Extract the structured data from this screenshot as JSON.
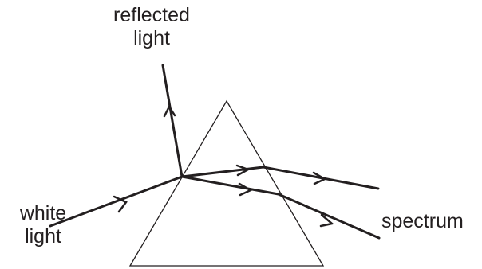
{
  "labels": {
    "reflected_line1": "reflected",
    "reflected_line2": "light",
    "white_line1": "white",
    "white_line2": "light",
    "spectrum": "spectrum"
  },
  "colors": {
    "stroke": "#231f20",
    "background": "#ffffff"
  }
}
